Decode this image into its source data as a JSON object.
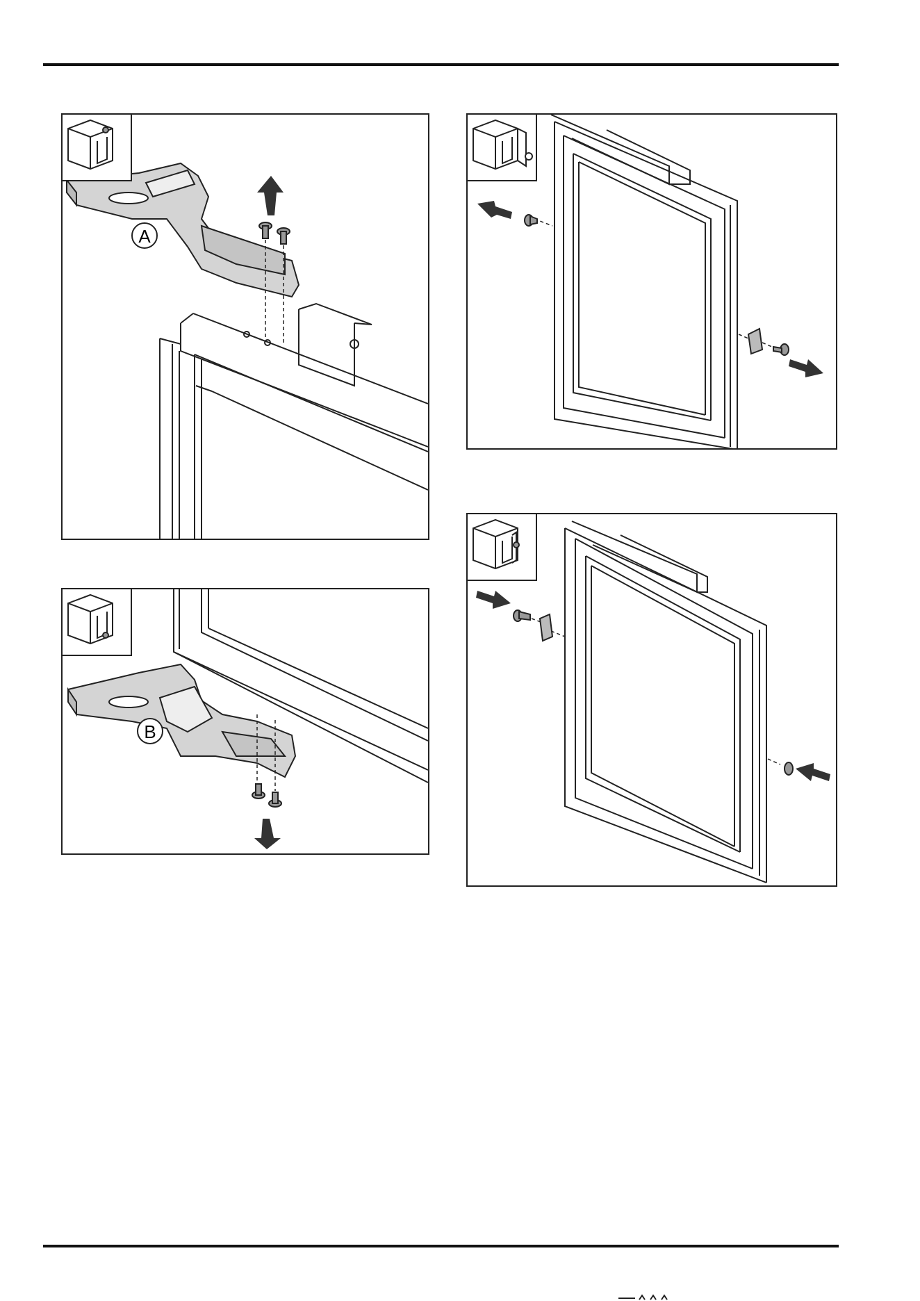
{
  "page": {
    "panels": [
      {
        "id": "hinge-a-remove",
        "label": "A",
        "arrow": "up"
      },
      {
        "id": "hinge-b-remove",
        "label": "B",
        "arrow": "down"
      },
      {
        "id": "door-top-remove",
        "arrow": "out"
      },
      {
        "id": "door-bottom-install",
        "arrow": "in"
      }
    ]
  },
  "labels": {
    "hinge_a": "A",
    "hinge_b": "B"
  },
  "colors": {
    "line": "#222222",
    "part_fill": "#d4d4d4",
    "arrow": "#333333"
  }
}
